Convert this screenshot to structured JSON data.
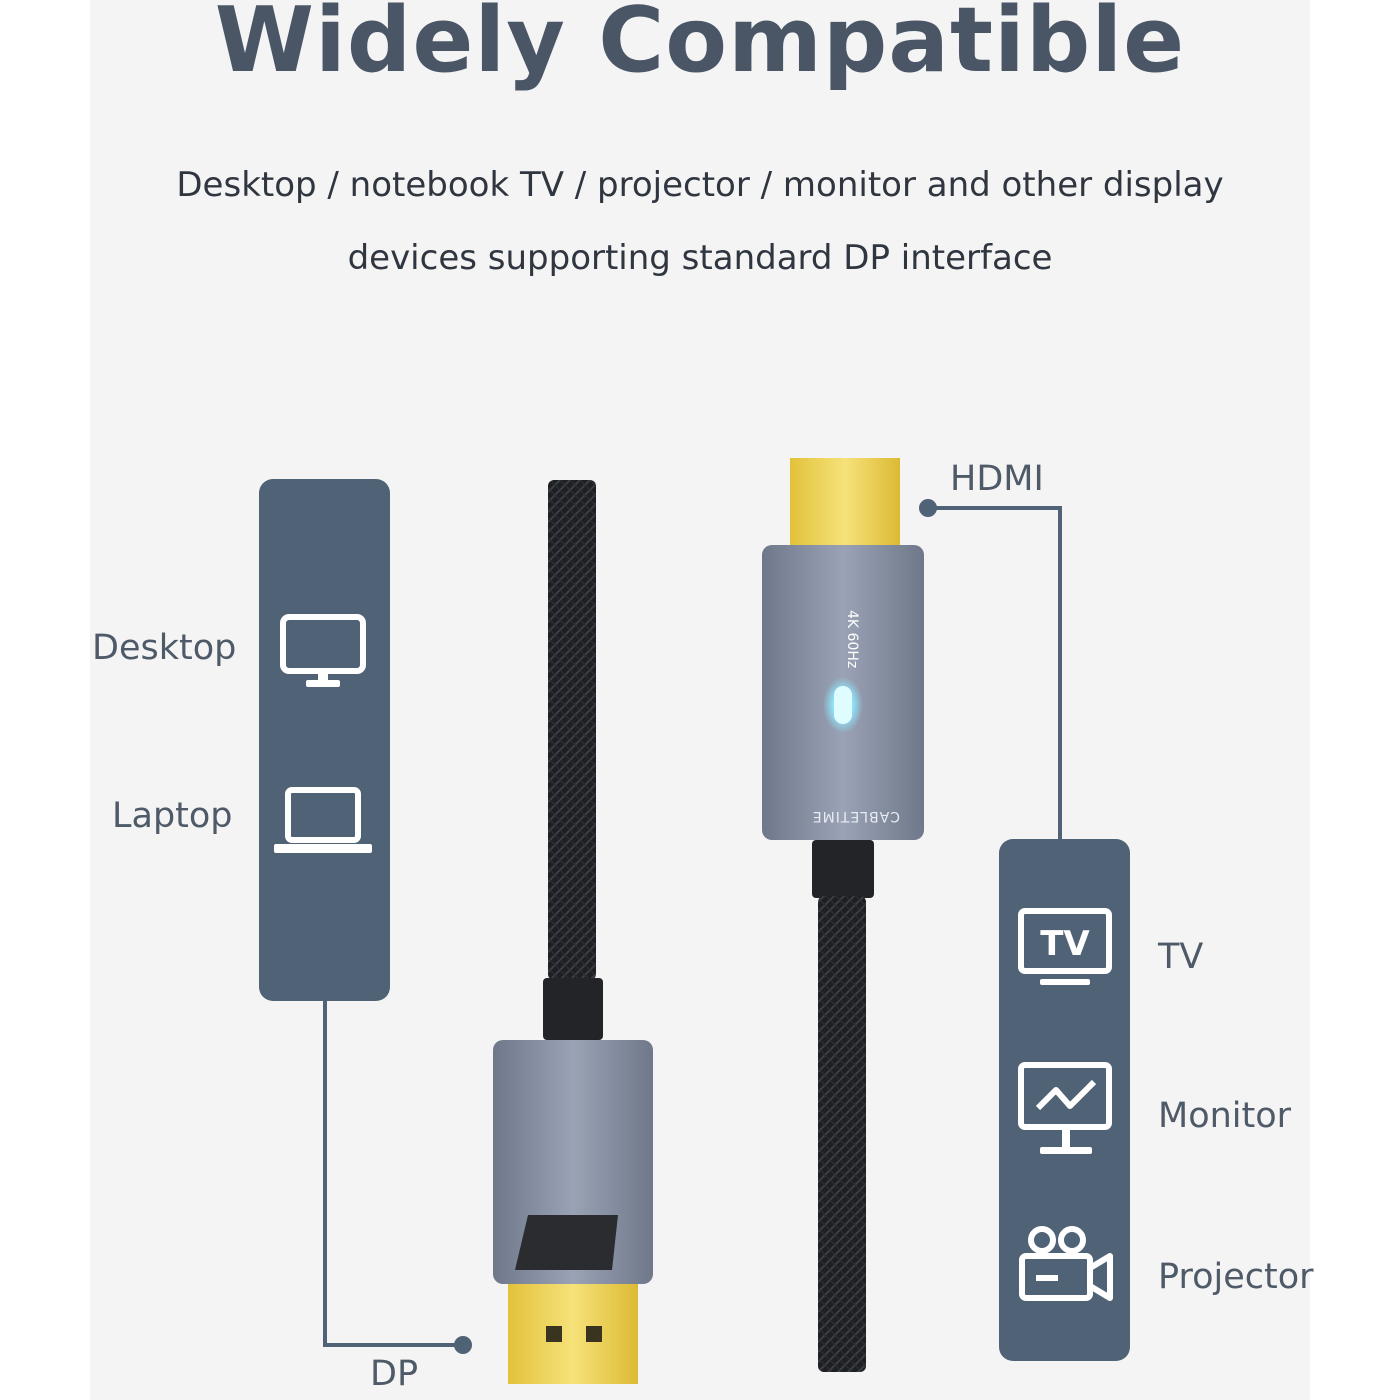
{
  "heading": "Widely Compatible",
  "description": {
    "line1": "Desktop / notebook TV / projector / monitor and other display",
    "line2": "devices supporting standard DP interface"
  },
  "source_devices": {
    "desktop": "Desktop",
    "laptop": "Laptop"
  },
  "target_devices": {
    "tv": "TV",
    "monitor": "Monitor",
    "projector": "Projector"
  },
  "connectors": {
    "dp": "DP",
    "hdmi": "HDMI"
  },
  "tv_icon_text": "TV",
  "hdmi_housing_text": "CABLETIME",
  "hdmi_spec_text": "4K 60Hz",
  "colors": {
    "panel_bg": "#4f6276",
    "connector_line": "#4f6276",
    "heading": "#4a5566",
    "gold_plug": "#e8cf4a",
    "housing": "#8a93a6",
    "cable": "#1d1f22"
  }
}
